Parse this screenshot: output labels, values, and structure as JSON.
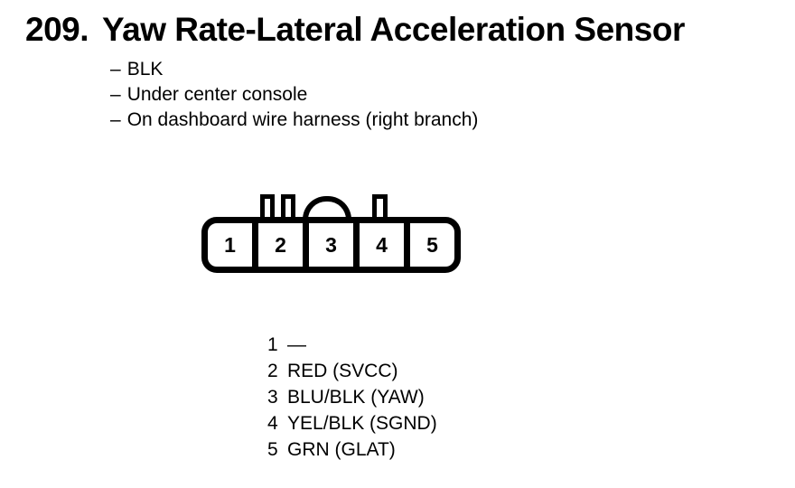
{
  "header": {
    "section_number": "209.",
    "title": "Yaw Rate-Lateral Acceleration Sensor"
  },
  "notes": [
    {
      "dash": "–",
      "text": "BLK"
    },
    {
      "dash": "–",
      "text": "Under center console"
    },
    {
      "dash": "–",
      "text": "On dashboard wire harness (right branch)"
    }
  ],
  "connector": {
    "cavity_labels": [
      "1",
      "2",
      "3",
      "4",
      "5"
    ]
  },
  "pin_table": {
    "rows": [
      {
        "pin": "1",
        "wire": "—"
      },
      {
        "pin": "2",
        "wire": "RED (SVCC)"
      },
      {
        "pin": "3",
        "wire": "BLU/BLK (YAW)"
      },
      {
        "pin": "4",
        "wire": "YEL/BLK (SGND)"
      },
      {
        "pin": "5",
        "wire": "GRN (GLAT)"
      }
    ]
  },
  "colors": {
    "ink": "#000000",
    "paper": "#ffffff"
  }
}
